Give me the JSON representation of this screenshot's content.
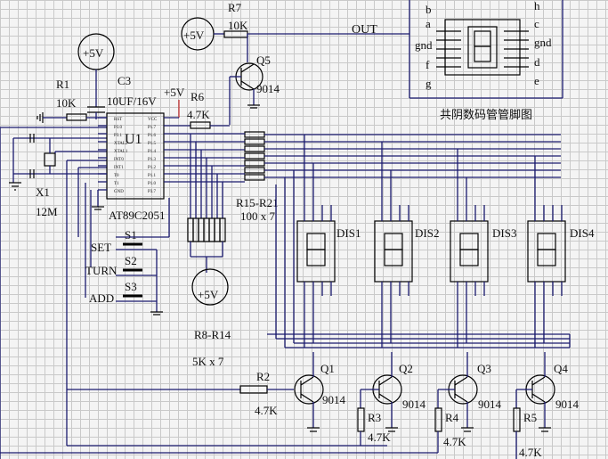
{
  "top": {
    "r7_name": "R7",
    "r7_value": "10K",
    "out_label": "OUT",
    "vcc_top": "+5V",
    "q5_name": "Q5",
    "q5_type": "9014"
  },
  "power": {
    "vcc_left": "+5V",
    "vcc_mid": "+5V",
    "vcc_bottom": "+5V"
  },
  "left": {
    "r1_name": "R1",
    "r1_value": "10K",
    "c3_name": "C3",
    "c3_value": "10UF/16V",
    "x1_name": "X1",
    "x1_value": "12M",
    "r6_name": "R6",
    "r6_value": "4.7K"
  },
  "mcu": {
    "ref": "U1",
    "part": "AT89C2051",
    "left_pins": [
      "RST",
      "P3.0",
      "P3.1",
      "XTAL2",
      "XTAL1",
      "INT0",
      "INT1",
      "T0",
      "T1",
      "GND"
    ],
    "right_pins": [
      "VCC",
      "P1.7",
      "P1.6",
      "P1.5",
      "P1.4",
      "P1.3",
      "P1.2",
      "P1.1",
      "P1.0",
      "P3.7"
    ]
  },
  "buttons": {
    "s1": "S1",
    "s2": "S2",
    "s3": "S3",
    "set": "SET",
    "turn": "TURN",
    "add": "ADD"
  },
  "resistor_packs": {
    "r15_r21": "R15-R21",
    "r15_r21_value": "100 x 7",
    "r8_r14": "R8-R14",
    "r8_r14_value": "5K x 7"
  },
  "displays": [
    "DIS1",
    "DIS2",
    "DIS3",
    "DIS4"
  ],
  "transistors": [
    {
      "name": "Q1",
      "type": "9014"
    },
    {
      "name": "Q2",
      "type": "9014"
    },
    {
      "name": "Q3",
      "type": "9014"
    },
    {
      "name": "Q4",
      "type": "9014"
    }
  ],
  "base_resistors": [
    {
      "name": "R2",
      "value": "4.7K"
    },
    {
      "name": "R3",
      "value": "4.7K"
    },
    {
      "name": "R4",
      "value": "4.7K"
    },
    {
      "name": "R5",
      "value": "4.7K"
    }
  ],
  "pinout": {
    "title": "共阴数码管管脚图",
    "left_labels": [
      "b",
      "a",
      "gnd",
      "f",
      "g"
    ],
    "right_labels": [
      "h",
      "c",
      "gnd",
      "d",
      "e"
    ]
  }
}
